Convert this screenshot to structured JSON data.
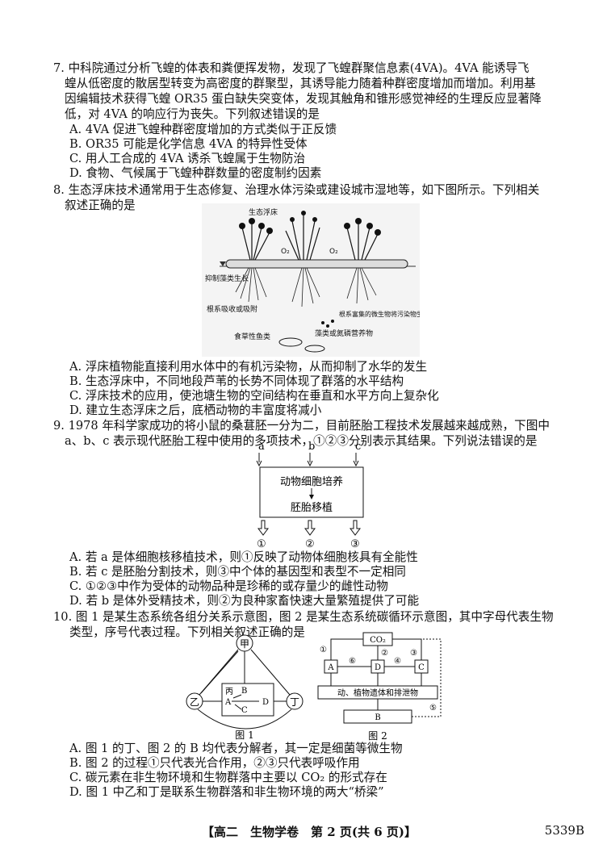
{
  "q7": {
    "lines": [
      "7. 中科院通过分析飞蝗的体表和粪便挥发物，发现了飞蝗群聚信息素(4VA)。4VA 能诱导飞",
      "蝗从低密度的散居型转变为高密度的群聚型，其诱导能力随着种群密度增加而增加。利用基",
      "因编辑技术获得飞蝗 OR35 蛋白缺失突变体，发现其触角和锥形感觉神经的生理反应显著降",
      "低，对 4VA 的响应行为丧失。下列叙述错误的是"
    ],
    "options": [
      "A. 4VA 促进飞蝗种群密度增加的方式类似于正反馈",
      "B. OR35 可能是化学信息 4VA 的特异性受体",
      "C. 用人工合成的 4VA 诱杀飞蝗属于生物防治",
      "D. 食物、气候属于飞蝗种群数量的密度制约因素"
    ]
  },
  "q8": {
    "lines": [
      "8. 生态浮床技术通常用于生态修复、治理水体污染或建设城市湿地等，如下图所示。下列相关",
      "叙述正确的是"
    ],
    "figure": {
      "label_float": "生态浮床",
      "label_o2a": "O₂",
      "label_o2b": "O₂",
      "label_algae": "抑制藻类生长",
      "label_root": "根系吸收或吸附",
      "label_microbe": "根系富集的微生物将污染物生化降解",
      "label_fish": "食草性鱼类",
      "label_nutrient": "藻类或氮磷营养物"
    },
    "options": [
      "A. 浮床植物能直接利用水体中的有机污染物，从而抑制了水华的发生",
      "B. 生态浮床中，不同地段芦苇的长势不同体现了群落的水平结构",
      "C. 浮床技术的应用，使池塘生物的空间结构在垂直和水平方向上复杂化",
      "D. 建立生态浮床之后，底栖动物的丰富度将减小"
    ]
  },
  "q9": {
    "lines": [
      "9. 1978 年科学家成功的将小鼠的桑葚胚一分为二，目前胚胎工程技术发展越来越成熟，下图中",
      "a、b、c 表示现代胚胎工程中使用的多项技术，①②③分别表示其结果。下列说法错误的是"
    ],
    "figure": {
      "a": "a",
      "b": "b",
      "c": "c",
      "box_top": "动物细胞培养",
      "box_bottom": "胚胎移植",
      "r1": "①",
      "r2": "②",
      "r3": "③"
    },
    "options": [
      "A. 若 a 是体细胞核移植技术，则①反映了动物体细胞核具有全能性",
      "B. 若 c 是胚胎分割技术，则③中个体的基因型和表型不一定相同",
      "C. ①②③中作为受体的动物品种是珍稀的或存量少的雌性动物",
      "D. 若 b 是体外受精技术，则②为良种家畜快速大量繁殖提供了可能"
    ]
  },
  "q10": {
    "lines": [
      "10. 图 1 是某生态系统各组分关系示意图，图 2 是某生态系统碳循环示意图，其中字母代表生物",
      "类型，序号代表过程。下列相关叙述正确的是"
    ],
    "fig1": {
      "jia": "甲",
      "yi": "乙",
      "ding": "丁",
      "bing": "丙",
      "A": "A",
      "B": "B",
      "C": "C",
      "D": "D",
      "caption": "图 1"
    },
    "fig2": {
      "co2": "CO₂",
      "A": "A",
      "D": "D",
      "C": "C",
      "B": "B",
      "remains": "动、植物遗体和排泄物",
      "n1": "①",
      "n2": "②",
      "n3": "③",
      "n4": "④",
      "n5": "⑤",
      "n6": "⑥",
      "caption": "图 2"
    },
    "options": [
      "A. 图 1 的丁、图 2 的 B 均代表分解者，其一定是细菌等微生物",
      "B. 图 2 的过程①只代表光合作用，②③只代表呼吸作用",
      "C. 碳元素在非生物环境和生物群落中主要以 CO₂ 的形式存在",
      "D. 图 1 中乙和丁是联系生物群落和非生物环境的两大“桥梁”"
    ]
  },
  "footer": {
    "text": "【高二　生物学卷　第 2 页(共 6 页)】",
    "code": "5339B"
  }
}
